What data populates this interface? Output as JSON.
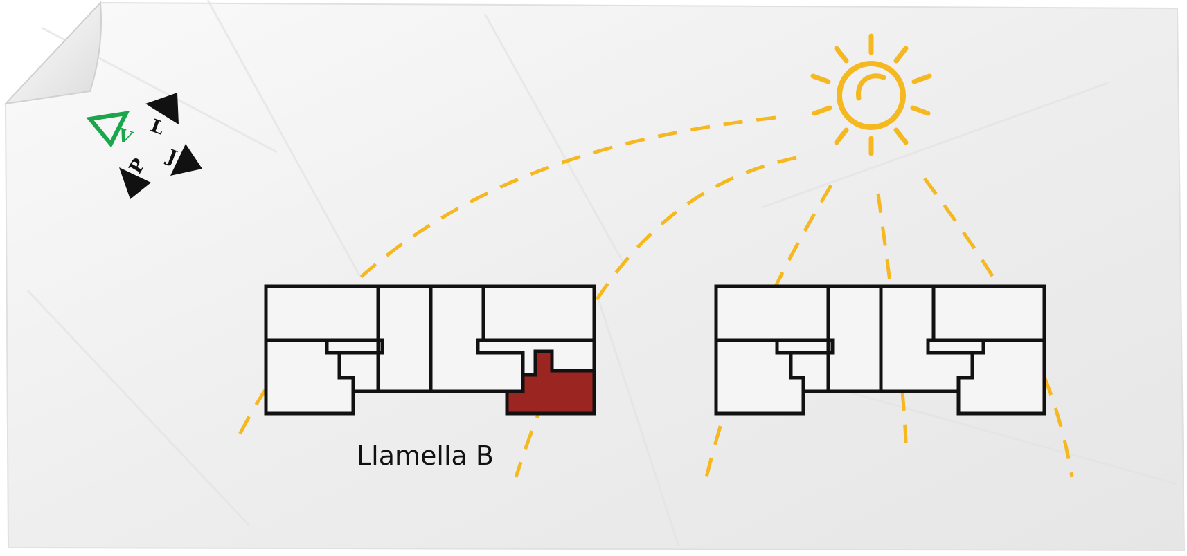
{
  "diagram": {
    "building_label": "Llamella B",
    "logo": {
      "letters": [
        "V",
        "L",
        "J",
        "P"
      ]
    },
    "colors": {
      "paper": "#f2f2f2",
      "paper_shadow": "#d9d9d9",
      "walls": "#111111",
      "rooms": "#f4f5f4",
      "highlight_unit": "#9b2520",
      "sun": "#f5b820",
      "rays": "#f5b820",
      "logo_green": "#1aa64a",
      "logo_black": "#111111"
    },
    "icons": [
      "sun-icon",
      "compass-logo-icon"
    ]
  }
}
